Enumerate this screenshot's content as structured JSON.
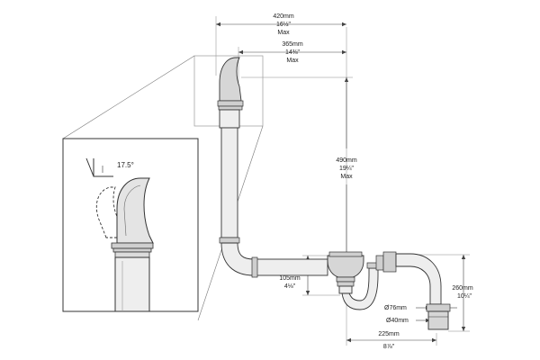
{
  "dimensions": {
    "overall_width": {
      "metric": "420mm",
      "imperial": "16½\"",
      "note": "Max"
    },
    "spout_offset": {
      "metric": "365mm",
      "imperial": "14⅜\"",
      "note": "Max"
    },
    "overall_height": {
      "metric": "490mm",
      "imperial": "19¼\"",
      "note": "Max"
    },
    "trap_depth": {
      "metric": "105mm",
      "imperial": "4⅛\""
    },
    "outlet_height": {
      "metric": "260mm",
      "imperial": "10¼\""
    },
    "outlet_offset": {
      "metric": "225mm",
      "imperial": "8⅞\""
    },
    "outlet_outer_diameter": {
      "metric": "Ø76mm"
    },
    "outlet_inner_diameter": {
      "metric": "Ø40mm"
    }
  },
  "detail": {
    "angle": "17.5°"
  }
}
